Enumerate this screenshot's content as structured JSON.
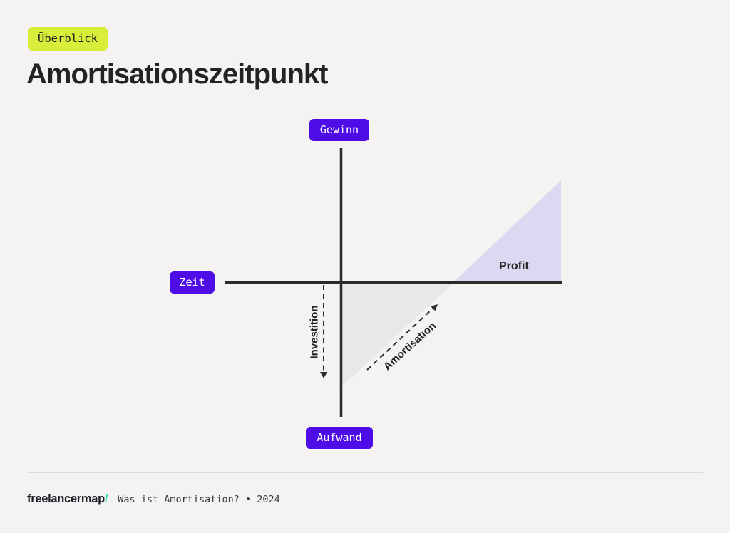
{
  "header": {
    "badge_label": "Überblick",
    "title": "Amortisationszeitpunkt"
  },
  "diagram": {
    "axis_top_label": "Gewinn",
    "axis_left_label": "Zeit",
    "axis_bottom_label": "Aufwand",
    "profit_area_label": "Profit",
    "investment_arrow_label": "Investition",
    "amortisation_arrow_label": "Amortisation"
  },
  "colors": {
    "background": "#f4f3f1",
    "badge_lime": "#d8ee3b",
    "badge_purple": "#4e0ce6",
    "profit_fill": "#ded7f2",
    "loss_fill": "#e9e8e6",
    "axis": "#2b2b2b",
    "logo_slash_teal": "#35e1b5"
  },
  "footer": {
    "logo_text": "freelancermap",
    "logo_slash": "/",
    "caption": "Was ist Amortisation? • 2024"
  }
}
